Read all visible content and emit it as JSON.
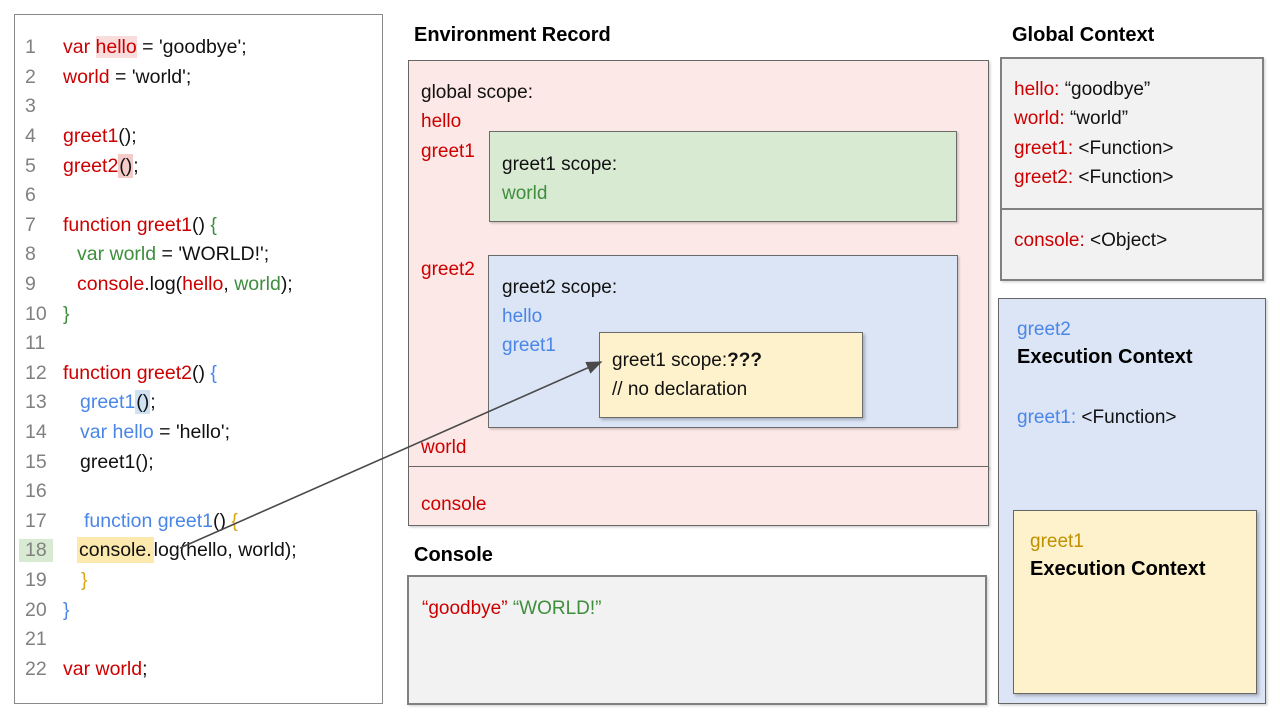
{
  "palette": {
    "red": "#cc0000",
    "green": "#3e8e3e",
    "blue": "#4a86e8",
    "gold": "#dba617",
    "dark_gold": "#bf9000",
    "pink_bg": "#fce8e6",
    "green_bg": "#d9ead3",
    "blue_bg": "#dbe5f6",
    "yellow_bg": "#fef2cc",
    "gray_bg": "#f2f2f2",
    "line_number_gray": "#808080"
  },
  "code_panel": {
    "lines": [
      {
        "n": "1",
        "indent": 0,
        "segments": [
          {
            "t": "var ",
            "c": "red"
          },
          {
            "t": "hello",
            "c": "red",
            "hl": "hl-softpink"
          },
          {
            "t": " = 'goodbye';",
            "c": "ink"
          }
        ]
      },
      {
        "n": "2",
        "indent": 0,
        "segments": [
          {
            "t": "world",
            "c": "red"
          },
          {
            "t": " = 'world';",
            "c": "ink"
          }
        ]
      },
      {
        "n": "3",
        "indent": 0,
        "segments": []
      },
      {
        "n": "4",
        "indent": 0,
        "segments": [
          {
            "t": "greet1",
            "c": "red"
          },
          {
            "t": "();",
            "c": "ink"
          }
        ]
      },
      {
        "n": "5",
        "indent": 0,
        "segments": [
          {
            "t": "greet2",
            "c": "red"
          },
          {
            "t": "()",
            "c": "ink",
            "hl": "hl-pink"
          },
          {
            "t": ";",
            "c": "ink"
          }
        ]
      },
      {
        "n": "6",
        "indent": 0,
        "segments": []
      },
      {
        "n": "7",
        "indent": 0,
        "segments": [
          {
            "t": "function greet1",
            "c": "red"
          },
          {
            "t": "() ",
            "c": "ink"
          },
          {
            "t": "{",
            "c": "green"
          }
        ]
      },
      {
        "n": "8",
        "indent": 14,
        "segments": [
          {
            "t": "var world",
            "c": "green"
          },
          {
            "t": " = 'WORLD!';",
            "c": "ink"
          }
        ]
      },
      {
        "n": "9",
        "indent": 14,
        "segments": [
          {
            "t": "console",
            "c": "red"
          },
          {
            "t": ".log(",
            "c": "ink"
          },
          {
            "t": "hello",
            "c": "red"
          },
          {
            "t": ", ",
            "c": "ink"
          },
          {
            "t": "world",
            "c": "green"
          },
          {
            "t": ");",
            "c": "ink"
          }
        ]
      },
      {
        "n": "10",
        "indent": 0,
        "segments": [
          {
            "t": "}",
            "c": "green"
          }
        ]
      },
      {
        "n": "11",
        "indent": 0,
        "segments": []
      },
      {
        "n": "12",
        "indent": 0,
        "segments": [
          {
            "t": "function greet2",
            "c": "red"
          },
          {
            "t": "() ",
            "c": "ink"
          },
          {
            "t": "{",
            "c": "blue"
          }
        ]
      },
      {
        "n": "13",
        "indent": 17,
        "segments": [
          {
            "t": "greet1",
            "c": "blue"
          },
          {
            "t": "()",
            "c": "ink",
            "hl": "hl-blue"
          },
          {
            "t": ";",
            "c": "ink"
          }
        ]
      },
      {
        "n": "14",
        "indent": 17,
        "segments": [
          {
            "t": "var hello",
            "c": "blue"
          },
          {
            "t": " = 'hello';",
            "c": "ink"
          }
        ]
      },
      {
        "n": "15",
        "indent": 17,
        "segments": [
          {
            "t": "greet1();",
            "c": "ink"
          }
        ]
      },
      {
        "n": "16",
        "indent": 0,
        "segments": []
      },
      {
        "n": "17",
        "indent": 21,
        "segments": [
          {
            "t": "function greet1",
            "c": "blue"
          },
          {
            "t": "() ",
            "c": "ink"
          },
          {
            "t": "{",
            "c": "gold"
          }
        ]
      },
      {
        "n": "18",
        "indent": 24,
        "num_hl": true,
        "segments": [
          {
            "t": "console.",
            "c": "ink",
            "hl": "hl-yellow"
          },
          {
            "t": "log(hello, world);",
            "c": "ink"
          }
        ]
      },
      {
        "n": "19",
        "indent": 18,
        "segments": [
          {
            "t": "}",
            "c": "gold"
          }
        ]
      },
      {
        "n": "20",
        "indent": 0,
        "segments": [
          {
            "t": "}",
            "c": "blue"
          }
        ]
      },
      {
        "n": "21",
        "indent": 0,
        "segments": []
      },
      {
        "n": "22",
        "indent": 0,
        "segments": [
          {
            "t": "var world",
            "c": "red"
          },
          {
            "t": ";",
            "c": "ink"
          }
        ]
      }
    ]
  },
  "env_record": {
    "title": "Environment Record",
    "global_label": "global scope:",
    "vars": [
      "hello",
      "greet1",
      "greet2",
      "world"
    ],
    "console_label": "console",
    "greet1_scope": {
      "title": "greet1 scope:",
      "var1": "world"
    },
    "greet2_scope": {
      "title": "greet2 scope:",
      "var1": "hello",
      "var2": "greet1"
    },
    "inner_scope": {
      "title": "greet1 scope:",
      "marks": "???",
      "comment": "// no declaration"
    }
  },
  "console_section": {
    "title": "Console",
    "output": [
      {
        "t": "“goodbye” ",
        "c": "red"
      },
      {
        "t": "“WORLD!”",
        "c": "green"
      }
    ]
  },
  "global_context": {
    "title": "Global Context",
    "entries": [
      [
        {
          "t": "hello:",
          "c": "red"
        },
        {
          "t": " “goodbye”",
          "c": "ink"
        }
      ],
      [
        {
          "t": "world:",
          "c": "red"
        },
        {
          "t": " “world”",
          "c": "ink"
        }
      ],
      [
        {
          "t": "greet1:",
          "c": "red"
        },
        {
          "t": " <Function>",
          "c": "ink"
        }
      ],
      [
        {
          "t": "greet2:",
          "c": "red"
        },
        {
          "t": " <Function>",
          "c": "ink"
        }
      ]
    ],
    "console_entry": [
      {
        "t": "console:",
        "c": "red"
      },
      {
        "t": " <Object>",
        "c": "ink"
      }
    ]
  },
  "greet2_ec": {
    "name": "greet2",
    "label": "Execution Context",
    "entry": [
      {
        "t": "greet1:",
        "c": "blue"
      },
      {
        "t": " <Function>",
        "c": "ink"
      }
    ]
  },
  "greet1_ec": {
    "name": "greet1",
    "label": "Execution Context"
  }
}
